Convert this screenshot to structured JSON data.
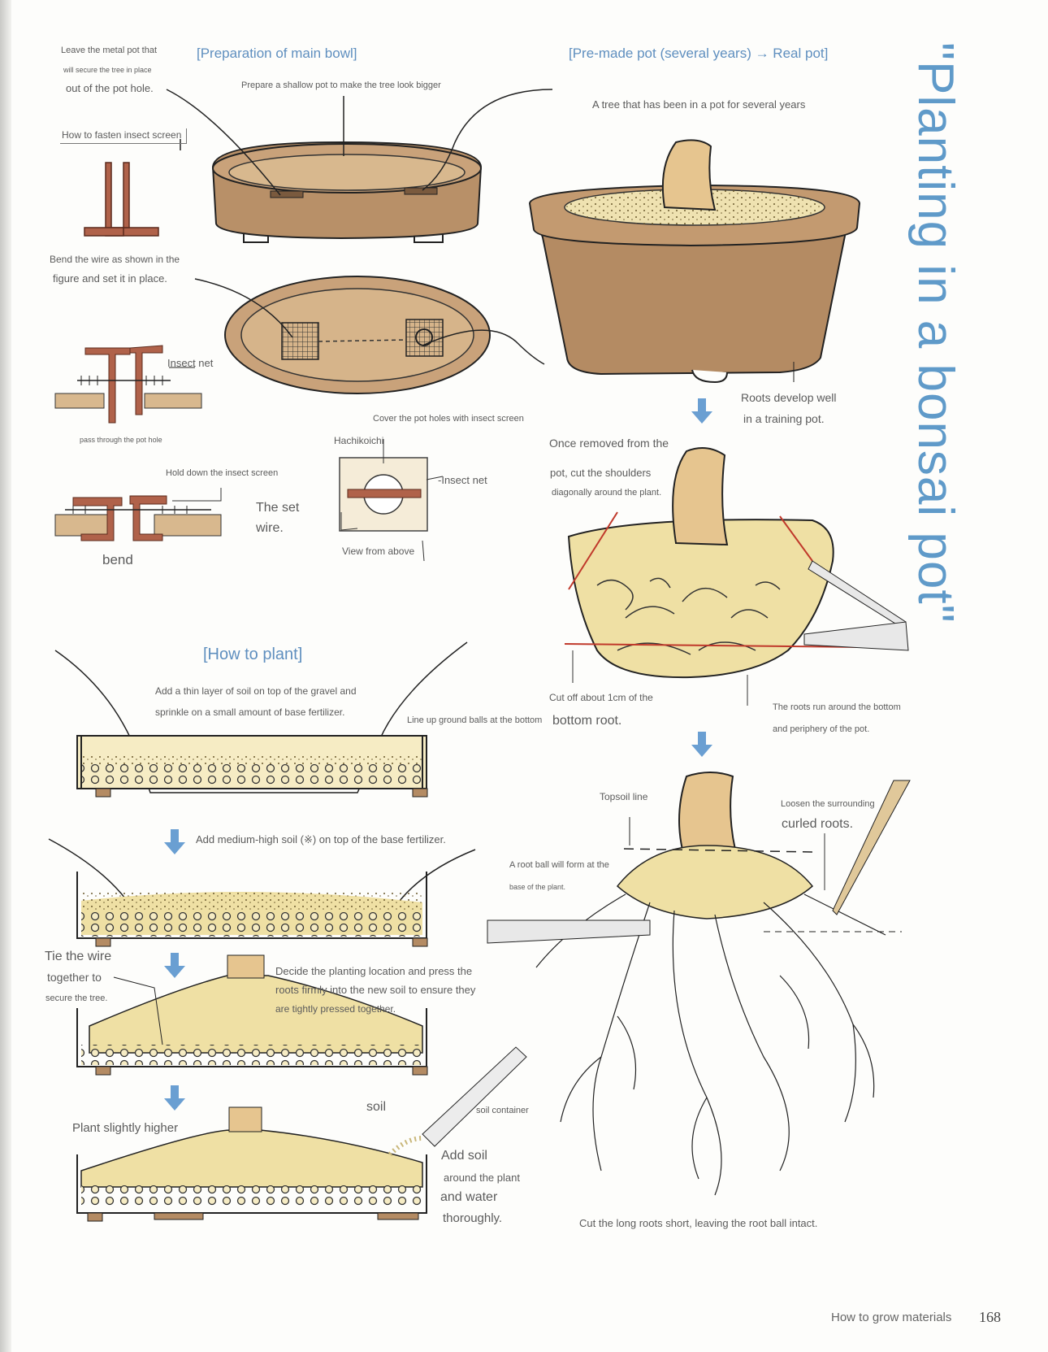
{
  "title": "\"Planting in a bonsai pot\"",
  "sections": {
    "main_bowl": "[Preparation of main bowl]",
    "pre_made": "[Pre-made pot (several years) → Real pot]",
    "how_to_plant": "[How to plant]"
  },
  "labels": {
    "leave_metal_1": "Leave the metal pot that",
    "leave_metal_2": "will secure the tree in place",
    "leave_metal_3": "out of the pot hole.",
    "shallow_pot": "Prepare a shallow pot to make the tree look bigger",
    "fasten_screen": "How to fasten insect screen",
    "bend_wire_1": "Bend the wire as shown in the",
    "bend_wire_2": "figure and set it in place.",
    "insect_net_1": "Insect net",
    "pass_through": "pass through the pot hole",
    "cover_holes": "Cover the pot holes with insect screen",
    "hachikoichi": "Hachikoichi",
    "insect_net_2": "-Insect net",
    "hold_down": "Hold down the insect screen",
    "set_wire_1": "The set",
    "set_wire_2": "wire.",
    "view_above": "View from above",
    "bend": "bend",
    "tree_pot_years": "A tree that has been in a pot for several years",
    "roots_develop_1": "Roots develop well",
    "roots_develop_2": "in a training pot.",
    "once_removed_1": "Once removed from the",
    "once_removed_2": "pot, cut the shoulders",
    "once_removed_3": "diagonally around the plant.",
    "cut_off_1": "Cut off about 1cm of the",
    "cut_off_2": "bottom root.",
    "roots_run_1": "The roots run around the bottom",
    "roots_run_2": "and periphery of the pot.",
    "thin_layer_1": "Add a thin layer of soil on top of the gravel and",
    "thin_layer_2": "sprinkle on a small amount of base fertilizer.",
    "line_up": "Line up ground balls at the bottom",
    "medium_high": "Add medium-high soil (※) on top of the base fertilizer.",
    "tie_wire_1": "Tie the wire",
    "tie_wire_2": "together to",
    "tie_wire_3": "secure the tree.",
    "decide_1": "Decide the planting location and press the",
    "decide_2": "roots firmly into the new soil to ensure they",
    "decide_3": "are tightly pressed together.",
    "plant_higher": "Plant slightly higher",
    "soil": "soil",
    "soil_container": "soil container",
    "add_soil_1": "Add soil",
    "add_soil_2": "around the plant",
    "add_soil_3": "and water",
    "add_soil_4": "thoroughly.",
    "topsoil_line": "Topsoil line",
    "loosen_1": "Loosen the surrounding",
    "loosen_2": "curled roots.",
    "root_ball_1": "A root ball will form at the",
    "root_ball_2": "base of the plant.",
    "cut_long": "Cut the long roots short, leaving the root ball intact."
  },
  "footer": {
    "section": "How to grow materials",
    "page_number": "168"
  },
  "colors": {
    "title_blue": "#5f9ac9",
    "pot_brown": "#b48b63",
    "soil_yellow": "#f2e2a8",
    "wire_red": "#b0624a",
    "arrow_blue": "#6a9fd2"
  }
}
